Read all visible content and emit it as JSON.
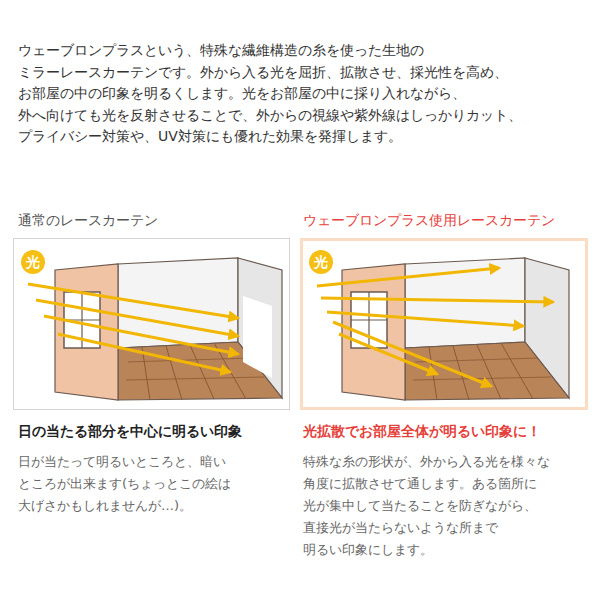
{
  "diagram": {
    "nodes": [
      {
        "text": [
          "通常のレースカーテン",
          "日の当たる部分を中心に明るい印象",
          "日が当たって明るいところと、暗い ところが出来ます(ちょっとこの絵は 大げさかもしれませんが…)。"
        ]
      },
      {
        "text": [
          "光"
        ],
        "in": 0
      },
      {
        "text": [
          "ウェーブロンプラス使用レースカーテン",
          "光拡散でお部屋全体が明るい印象に！",
          "特殊な糸の形状が、外から入る光を様々な 角度に拡散させて通します。ある箇所に 光が集中して当たることを防ぎながら、 直接光が当たらないような所まで 明るい印象にします。"
        ]
      },
      {
        "text": [
          "光"
        ],
        "in": 2
      }
    ],
    "labels": [
      "ウェーブロンプラスという、特殊な繊維構造の糸を使った生地の ミラーレースカーテンです。外から入る光を屈折、拡散させ、採光性を高め、 お部屋の中の印象を明るくします。光をお部屋の中に採り入れながら、 外へ向けても光を反射させることで、外からの視線や紫外線はしっかりカット、 プライバシー対策や、UV対策にも優れた効果を発揮します。"
    ]
  }
}
